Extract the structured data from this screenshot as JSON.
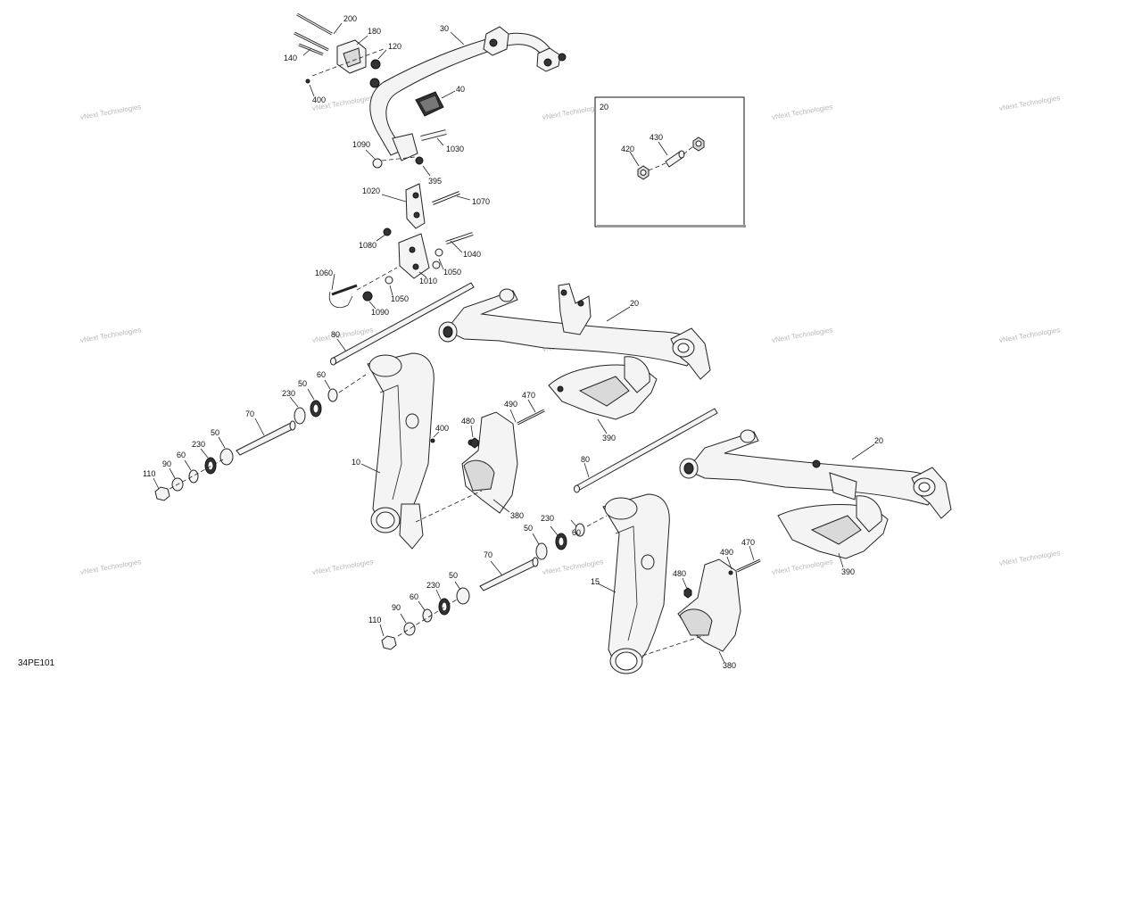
{
  "diagram": {
    "reference_code": "34PE101",
    "inset_label": "20",
    "watermark_text": "vNext Technologies",
    "callouts": [
      "200",
      "180",
      "140",
      "120",
      "30",
      "40",
      "400",
      "1090",
      "1030",
      "395",
      "1020",
      "1070",
      "1080",
      "1040",
      "1050",
      "1010",
      "1060",
      "1050",
      "1090",
      "20",
      "80",
      "60",
      "230",
      "50",
      "70",
      "50",
      "230",
      "60",
      "90",
      "110",
      "400",
      "10",
      "480",
      "490",
      "470",
      "390",
      "380",
      "20",
      "80",
      "60",
      "230",
      "50",
      "70",
      "50",
      "230",
      "60",
      "90",
      "110",
      "15",
      "480",
      "490",
      "470",
      "390",
      "380",
      "420",
      "430"
    ]
  }
}
